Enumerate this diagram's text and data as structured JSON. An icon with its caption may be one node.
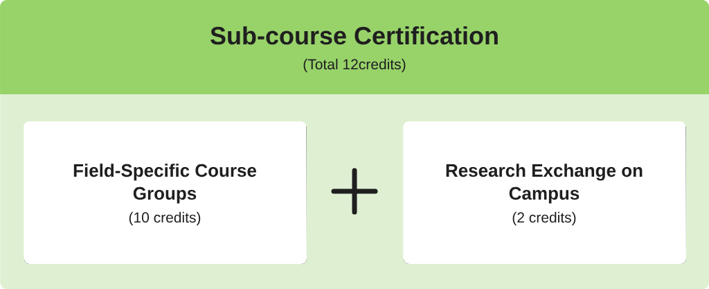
{
  "diagram": {
    "nodes": [
      {
        "text": [
          "Sub-course Certification",
          "(Total 12credits)"
        ]
      },
      {
        "text": [
          "Field-Specific Course Groups",
          "(10 credits)"
        ],
        "in": 0
      },
      {
        "text": [
          "Research Exchange on Campus",
          "(2 credits)"
        ],
        "in": 0
      }
    ]
  }
}
